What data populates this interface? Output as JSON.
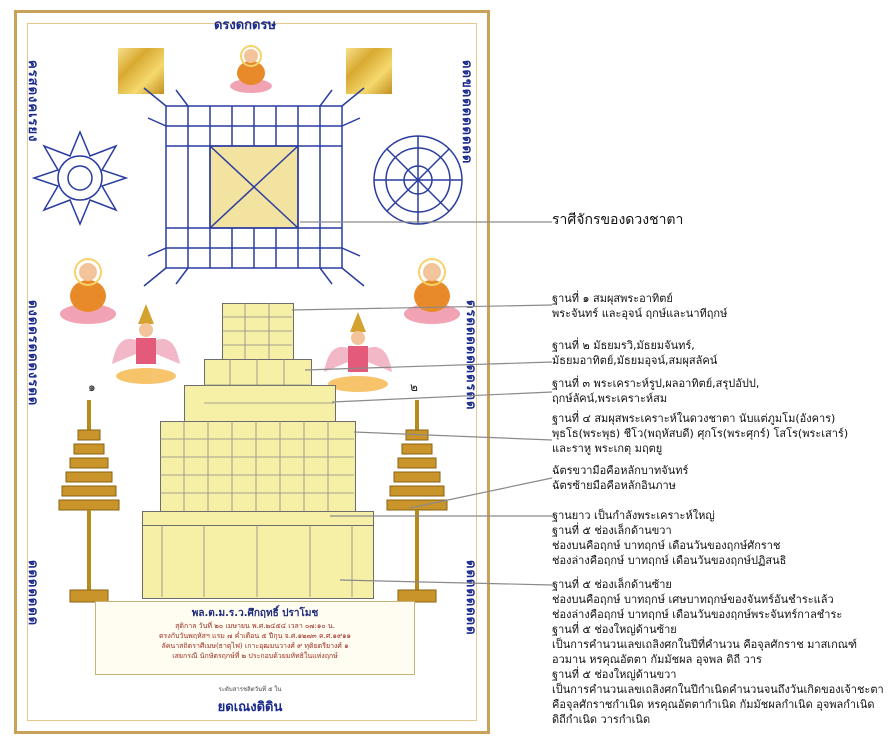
{
  "poster": {
    "top_title": "ดรงดกดรษ",
    "left_script_top": "ครสดงคเรยง",
    "right_script_top": "ดดขดดดดดดดด",
    "left_script_mid": "ดงดดรดดดงรดด",
    "right_script_mid": "ดรดดดดดดดรดด",
    "left_script_bottom": "ดดดดดดด",
    "right_script_bottom": "ดดดดดดดด",
    "corner_left_number": "๑",
    "corner_right_number": "๒",
    "bottom_box": {
      "title": "พล.ต.ม.ร.ว.ศึกฤทธิ์ ปราโมช",
      "lines": [
        "สุติกาล วันที่ ๒๐ เมษายน พ.ศ.๒๔๕๔ เวลา ๐๗:๑๐ น.",
        "ตรงกับวันพฤหัสฯ แรม ๗ ค่ำเดือน ๕ ปีกุน จ.ศ.๑๒๗๓ ค.ศ.๑๙๑๑",
        "ลัคนาสถิตราศีเมษ(ธาตุไฟ) เกาะอุฒมนวางศ์ ๙ ทุติยตรียางศ์ ๑",
        "เสยกรณี นักษัตรฤกษ์ที่ ๒ ประกอบด้วยมหัทธิในแห่งฤกษ์"
      ]
    },
    "small_note": "ระดับสารชลิตวันที่ ๕ ใน",
    "bottom_signature": "ยดเณงดิดิน"
  },
  "annotations": [
    {
      "lines": [
        "ราศีจักรของดวงชาตา"
      ],
      "big": true
    },
    {
      "lines": [
        "ฐานที่ ๑ สมผุสพระอาทิตย์",
        "พระจันทร์ และอุจน์ ฤกษ์และนาทีฤกษ์"
      ]
    },
    {
      "lines": [
        "ฐานที่ ๒ มัธยมรวิ,มัธยมจันทร์,",
        "มัธยมอาทิตย์,มัธยมอุจน์,สมผุสลัคน์"
      ]
    },
    {
      "lines": [
        "ฐานที่ ๓ พระเคราะห์รูป,ผลอาทิตย์,สรุปอัปป,",
        "ฤกษ์ลัคน์,พระเคราะห์สม"
      ]
    },
    {
      "lines": [
        "ฐานที่ ๔ สมผุสพระเคราะห์ในดวงชาตา นับแต่ภูมโม(อังคาร)",
        "พุธโธ(พระพุธ) ชีโว(พฤหัสบดี) ศุกโร(พระศุกร์) โสโร(พระเสาร์)",
        "และราหู พระเกตุ มฤตยู"
      ]
    },
    {
      "lines": [
        "ฉัตรขวามือคือหลักบาทจันทร์",
        "ฉัตรซ้ายมือคือหลักอินภาษ"
      ]
    },
    {
      "lines": [
        "ฐานยาว เป็นกำลังพระเคราะห์ใหญ่",
        "ฐานที่ ๕ ช่องเล็กด้านขวา",
        "ช่องบนคือฤกษ์ บาทฤกษ์ เดือนวันของฤกษ์ศักราช",
        "ช่องล่างคือฤกษ์ บาทฤกษ์ เดือนวันของฤกษ์ปฏิสนธิ"
      ]
    },
    {
      "lines": [
        "ฐานที่ ๕ ช่องเล็กด้านซ้าย",
        "ช่องบนคือฤกษ์ บาทฤกษ์ เศษบาทฤกษ์ของจันทร์อันชำระแล้ว",
        "ช่องล่างคือฤกษ์ บาทฤกษ์ เดือนวันของฤกษ์พระจันทร์กาลชำระ",
        "ฐานที่ ๕ ช่องใหญ่ด้านซ้าย",
        "เป็นการคำนวนเลขเถลิงศกในปีที่คำนวน คือจุลศักราช มาสเกณฑ์",
        "อวมาน หรคุณอัตตา กัมมัชผล อุจพล ดิถี วาร",
        "ฐานที่ ๕ ช่องใหญ่ด้านขวา",
        "เป็นการคำนวนเลขเถลิงศกในปีกำเนิดคำนวนจนถึงวันเกิดของเจ้าชะตา",
        "คือจุลศักราชกำเนิด หรคุณอัตตากำเนิด กัมมัชผลกำเนิด อุจพลกำเนิด",
        "ดิถีกำเนิด วารกำเนิด"
      ]
    }
  ],
  "colors": {
    "frame": "#c9a25a",
    "ink_blue": "#1a2a8c",
    "pyramid_fill": "#f6f0a6",
    "gold": "#d8a930",
    "red_text": "#c0282a"
  }
}
